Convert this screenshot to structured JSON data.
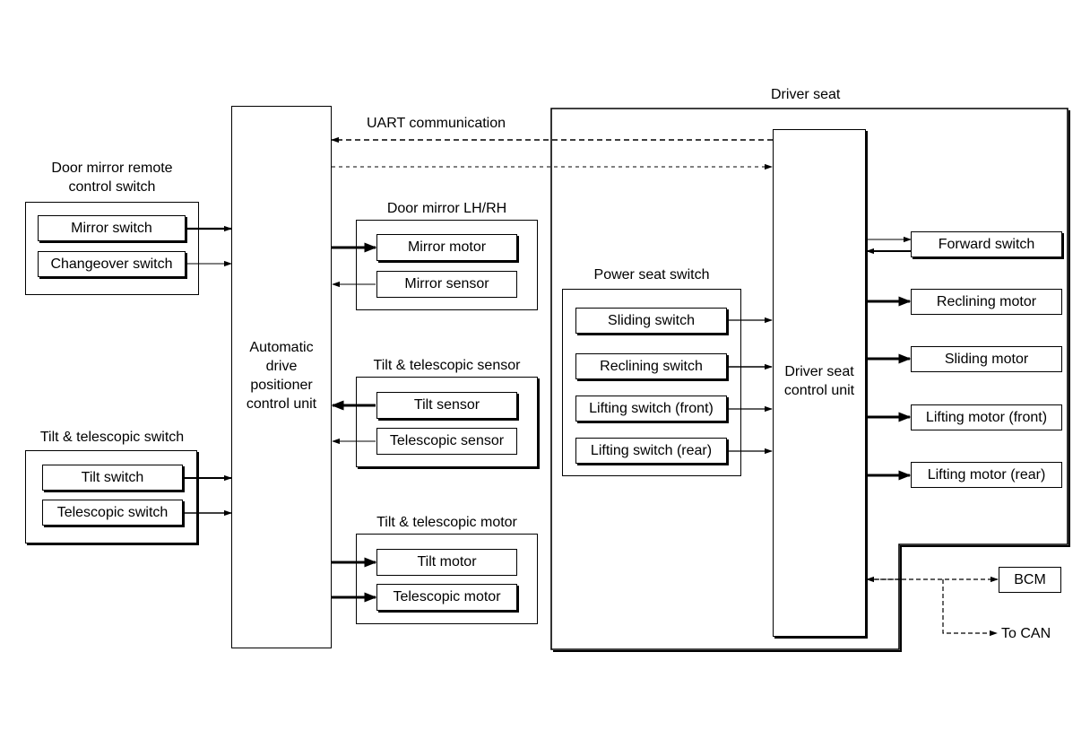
{
  "driver_seat": {
    "title": "Driver seat",
    "uart_label": "UART communication",
    "control_unit_line1": "Driver seat",
    "control_unit_line2": "control unit",
    "power_seat_switch": {
      "title": "Power seat switch",
      "sliding": "Sliding switch",
      "reclining": "Reclining switch",
      "lifting_front": "Lifting switch (front)",
      "lifting_rear": "Lifting switch (rear)"
    },
    "forward_switch": "Forward switch",
    "reclining_motor": "Reclining motor",
    "sliding_motor": "Sliding motor",
    "lifting_motor_front": "Lifting motor (front)",
    "lifting_motor_rear": "Lifting motor (rear)"
  },
  "adp": {
    "line1": "Automatic",
    "line2": "drive",
    "line3": "positioner",
    "line4": "control unit"
  },
  "door_mirror_remote": {
    "title_line1": "Door mirror remote",
    "title_line2": "control switch",
    "mirror_switch": "Mirror switch",
    "changeover_switch": "Changeover switch"
  },
  "tilt_telescopic_switch": {
    "title": "Tilt & telescopic switch",
    "tilt_switch": "Tilt switch",
    "telescopic_switch": "Telescopic switch"
  },
  "door_mirror": {
    "title": "Door mirror LH/RH",
    "mirror_motor": "Mirror motor",
    "mirror_sensor": "Mirror sensor"
  },
  "tilt_telescopic_sensor": {
    "title": "Tilt & telescopic sensor",
    "tilt_sensor": "Tilt sensor",
    "telescopic_sensor": "Telescopic sensor"
  },
  "tilt_telescopic_motor": {
    "title": "Tilt & telescopic motor",
    "tilt_motor": "Tilt motor",
    "telescopic_motor": "Telescopic motor"
  },
  "bcm": "BCM",
  "to_can": "To CAN"
}
